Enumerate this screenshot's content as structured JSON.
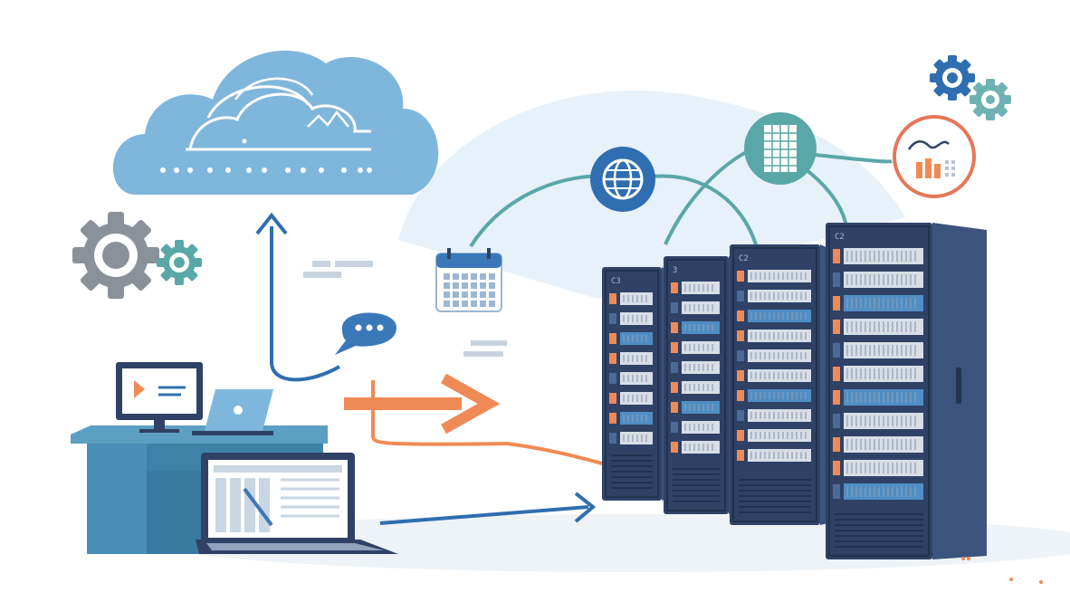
{
  "scene": {
    "colors": {
      "cloud": "#7fb6dc",
      "cloud_light": "#dceef8",
      "rack_body": "#2f4266",
      "rack_dark": "#22324f",
      "rack_side": "#3c547d",
      "accent_orange": "#f08a55",
      "accent_teal": "#5aa7a8",
      "accent_blue": "#2f6eb0",
      "gear_gray": "#8a9199",
      "desk": "#4a8fb5"
    },
    "icons": [
      "cloud-icon",
      "gear-icon",
      "globe-icon",
      "grid-icon",
      "chart-icon",
      "calendar-icon",
      "chat-bubble-icon",
      "monitor-icon",
      "laptop-icon",
      "server-rack-icon"
    ],
    "rack_labels": [
      "C3",
      "3",
      "C2",
      "C2"
    ]
  }
}
